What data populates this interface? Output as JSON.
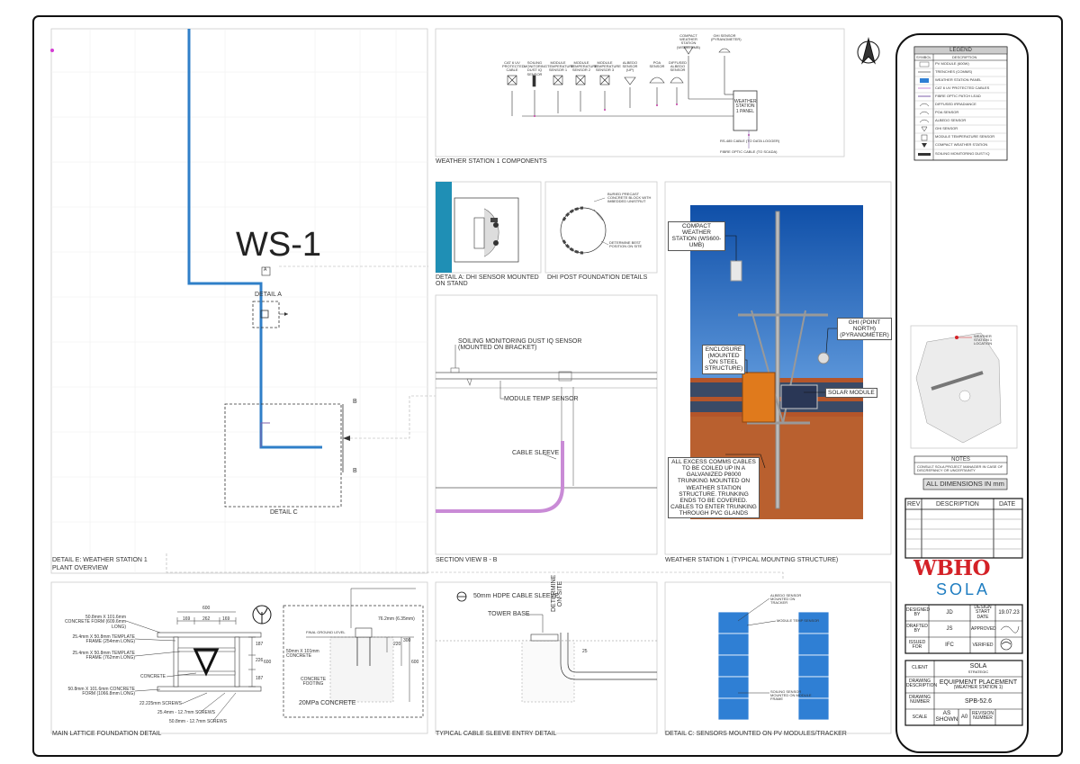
{
  "plant": {
    "title": "WS-1",
    "detail_a_marker": "A",
    "detail_a_label": "DETAIL A",
    "section_b_top": "B",
    "section_b_bottom": "B",
    "detail_c_label": "DETAIL C",
    "caption_line1": "DETAIL E: WEATHER STATION 1",
    "caption_line2": "PLANT OVERVIEW"
  },
  "components": {
    "caption": "WEATHER STATION 1 COMPONENTS",
    "panel_label": "WEATHER STATION 1 PANEL",
    "top_items": [
      "COMPACT WEATHER STATION (WS600-UMB)",
      "GHI SENSOR (PYRANOMETER)"
    ],
    "items": [
      "CAT 6 UV PROTECTED CABLE",
      "SOILING MONITORING DUST IQ SENSOR",
      "MODULE TEMPERATURE SENSOR 1",
      "MODULE TEMPERATURE SENSOR 2",
      "MODULE TEMPERATURE SENSOR 3",
      "ALBEDO SENSOR (UP)",
      "POA SENSOR",
      "DIFFUSED ALBEDO SENSOR"
    ],
    "notes": [
      "RS-485 CABLE (TO DATA LOGGER)",
      "FIBRE OPTIC CABLE (TO SCADA)"
    ]
  },
  "detail_a": {
    "caption": "DETAIL A: DHI SENSOR MOUNTED ON STAND"
  },
  "dhi_post": {
    "caption": "DHI POST FOUNDATION DETAILS",
    "note1": "BURIED PRECAST CONCRETE BLOCK WITH IMBEDDED UNISTRUT",
    "note2": "DETERMINE BEST POSITION ON SITE"
  },
  "section_bb": {
    "caption": "SECTION VIEW B - B",
    "soiling_label": "SOILING MONITORING DUST IQ SENSOR (MOUNTED ON BRACKET)",
    "module_temp_label": "MODULE TEMP SENSOR",
    "cable_sleeve_label": "CABLE SLEEVE"
  },
  "mounting": {
    "caption": "WEATHER STATION 1 (TYPICAL MOUNTING STRUCTURE)",
    "compact": "COMPACT WEATHER STATION (WS600-UMB)",
    "ghi": "GHI (POINT NORTH) (PYRANOMETER)",
    "enclosure": "ENCLOSURE (MOUNTED ON STEEL STRUCTURE)",
    "solar_module": "SOLAR MODULE",
    "cable_note": "ALL EXCESS COMMS CABLES TO BE COILED UP IN A GALVANIZED P8000 TRUNKING MOUNTED ON WEATHER STATION STRUCTURE. TRUNKING ENDS TO BE COVERED. CABLES TO ENTER TRUNKING THROUGH PVC GLANDS"
  },
  "lattice": {
    "caption": "MAIN LATTICE FOUNDATION DETAIL",
    "dim_600": "600",
    "dim_169a": "169",
    "dim_262": "262",
    "dim_169b": "169",
    "dim_187a": "187",
    "dim_226": "226",
    "dim_187b": "187",
    "dim_600v": "600",
    "frame1": "50.8mm X 101.6mm CONCRETE FORM (609.6mm LONG)",
    "frame2": "25.4mm X 50.8mm TEMPLATE FRAME (254mm LONG)",
    "frame3": "25.4mm X 50.8mm TEMPLATE FRAME (762mm LONG)",
    "concrete": "CONCRETE",
    "frame4": "50.8mm X 101.6mm CONCRETE FORM (1066.8mm LONG)",
    "screw1": "22.225mm SCREWS",
    "screw2": "25.4mm - 12.7mm SCREWS",
    "screw3": "50.8mm - 12.7mm SCREWS",
    "final_ground": "FINAL GROUND LEVEL",
    "dim_762": "76.2mm (6.35mm)",
    "concrete_size": "50mm X 101mm CONCRETE",
    "footing": "CONCRETE FOOTING",
    "dim_220": "220",
    "dim_300": "300",
    "dim_600b": "600",
    "mpa": "20MPa CONCRETE"
  },
  "sleeve_detail": {
    "caption": "TYPICAL CABLE SLEEVE ENTRY DETAIL",
    "hdpe": "50mm HDPE CABLE SLEEVE",
    "tower_base": "TOWER BASE",
    "determine": "DETERMINE ON-SITE",
    "dim_25": "25"
  },
  "detail_c": {
    "caption": "DETAIL C: SENSORS MOUNTED ON PV MODULES/TRACKER",
    "n1": "ALBEDO SENSOR MOUNTED ON TRACKER",
    "n2": "MODULE TEMP SENSOR",
    "n3": "SOILING SENSOR MOUNTED ON MODULE FRAME"
  },
  "legend": {
    "title": "LEGEND",
    "col_symbol": "SYMBOL",
    "col_desc": "DESCRIPTION",
    "rows": [
      "PV MODULE (600W)",
      "TRENCHES (COMMS)",
      "WEATHER STATION PANEL",
      "CAT 6 UV PROTECTED CABLES",
      "FIBRE OPTIC PATCH LEAD",
      "DIFFUSED IRRADIANCE",
      "POA SENSOR",
      "ALBEDO SENSOR",
      "GHI SENSOR",
      "MODULE TEMPERATURE SENSOR",
      "COMPACT WEATHER STATION",
      "SOILING MONITORING DUST IQ"
    ]
  },
  "keymap": {
    "label": "WEATHER STATION 1 LOCATION"
  },
  "notes": {
    "title": "NOTES",
    "items": [
      "CONSULT SOLA PROJECT MANAGER IN CASE OF DISCREPANCY OR UNCERTAINTY"
    ]
  },
  "dimensions": "ALL DIMENSIONS IN mm",
  "revisions": {
    "col_rev": "REV",
    "col_desc": "DESCRIPTION",
    "col_date": "DATE"
  },
  "brand": {
    "wbho": "WBHO",
    "sola": "SOLA"
  },
  "signoff": {
    "designed_by_label": "DESIGNED BY",
    "designed_by": "JD",
    "design_start_label": "DESIGN START DATE",
    "design_start": "19.07.23",
    "drafted_by_label": "DRAFTED BY",
    "drafted_by": "JS",
    "approved_label": "APPROVED",
    "issued_for_label": "ISSUED FOR",
    "issued_for": "IFC",
    "verified_label": "VERIFIED"
  },
  "title_block": {
    "client_label": "CLIENT",
    "client": "SOLA",
    "client_sub": "STRATEGIC",
    "drawing_desc_label": "DRAWING DESCRIPTION",
    "drawing_desc_1": "EQUIPMENT PLACEMENT",
    "drawing_desc_2": "(WEATHER STATION 1)",
    "drawing_number_label": "DRAWING NUMBER",
    "drawing_number": "SPB-52.6",
    "scale_label": "SCALE",
    "scale": "AS SHOWN",
    "size": "A0",
    "revision_label": "REVISION NUMBER",
    "revision": ""
  },
  "colors": {
    "trench": "#2f7fc8",
    "sleeve": "#c98bd6",
    "wbho": "#d42127",
    "sola": "#1f7dc1",
    "sky": "#1f63b3",
    "soil": "#b4552a"
  }
}
